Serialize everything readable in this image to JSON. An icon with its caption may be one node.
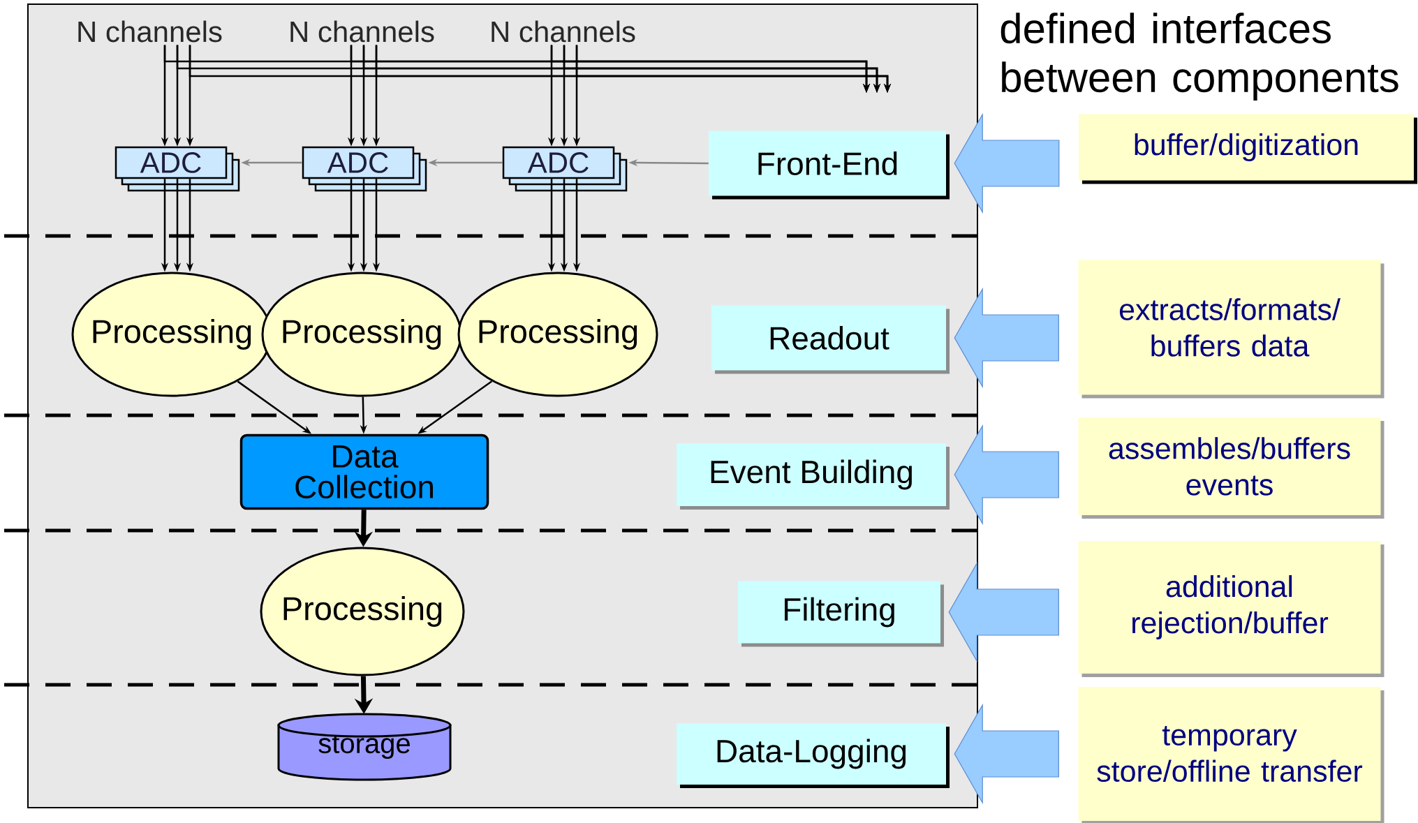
{
  "diagram": {
    "title": "defined interfaces between components",
    "nodes": [
      {
        "text": [
          "N channels"
        ]
      },
      {
        "text": [
          "N channels"
        ]
      },
      {
        "text": [
          "N channels"
        ]
      },
      {
        "text": [
          "ADC"
        ]
      },
      {
        "text": [
          "ADC"
        ]
      },
      {
        "text": [
          "ADC"
        ]
      },
      {
        "text": [
          "Front-End"
        ]
      },
      {
        "text": [
          "Processing"
        ]
      },
      {
        "text": [
          "Processing"
        ]
      },
      {
        "text": [
          "Processing"
        ]
      },
      {
        "text": [
          "Readout"
        ]
      },
      {
        "text": [
          "Data Collection"
        ]
      },
      {
        "text": [
          "Event Building"
        ]
      },
      {
        "text": [
          "Processing"
        ]
      },
      {
        "text": [
          "Filtering"
        ]
      },
      {
        "text": [
          "storage"
        ]
      },
      {
        "text": [
          "Data-Logging"
        ]
      },
      {
        "text": [
          "buffer/digitization"
        ]
      },
      {
        "text": [
          "extracts/formats/ buffers data"
        ]
      },
      {
        "text": [
          "assembles/buffers events"
        ]
      },
      {
        "text": [
          "additional rejection/buffer"
        ]
      },
      {
        "text": [
          "temporary store/offline transfer"
        ]
      }
    ],
    "edges": [
      {
        "from": 0,
        "to": 3,
        "arrow": "to"
      },
      {
        "from": 0,
        "to": 3,
        "arrow": "to"
      },
      {
        "from": 0,
        "to": 3,
        "arrow": "to"
      },
      {
        "from": 1,
        "to": 4,
        "arrow": "to"
      },
      {
        "from": 1,
        "to": 4,
        "arrow": "to"
      },
      {
        "from": 1,
        "to": 4,
        "arrow": "to"
      },
      {
        "from": 2,
        "to": 5,
        "arrow": "to"
      },
      {
        "from": 2,
        "to": 5,
        "arrow": "to"
      },
      {
        "from": 2,
        "to": 5,
        "arrow": "to"
      },
      {
        "from": 0,
        "to": null,
        "arrow": "to"
      },
      {
        "from": 0,
        "to": null,
        "arrow": "to"
      },
      {
        "from": 0,
        "to": null,
        "arrow": "to"
      },
      {
        "from": 1,
        "to": null,
        "arrow": "to"
      },
      {
        "from": 1,
        "to": null,
        "arrow": "to"
      },
      {
        "from": 1,
        "to": null,
        "arrow": "to"
      },
      {
        "from": 2,
        "to": null,
        "arrow": "to"
      },
      {
        "from": 2,
        "to": null,
        "arrow": "to"
      },
      {
        "from": 2,
        "to": null,
        "arrow": "to"
      },
      {
        "from": 6,
        "to": 5,
        "arrow": "to",
        "color": "#888888"
      },
      {
        "from": 5,
        "to": 4,
        "arrow": "to",
        "color": "#888888"
      },
      {
        "from": 4,
        "to": 3,
        "arrow": "to",
        "color": "#888888"
      },
      {
        "from": 3,
        "to": 7,
        "arrow": "to"
      },
      {
        "from": 3,
        "to": 7,
        "arrow": "to"
      },
      {
        "from": 3,
        "to": 7,
        "arrow": "to"
      },
      {
        "from": 4,
        "to": 8,
        "arrow": "to"
      },
      {
        "from": 4,
        "to": 8,
        "arrow": "to"
      },
      {
        "from": 4,
        "to": 8,
        "arrow": "to"
      },
      {
        "from": 5,
        "to": 9,
        "arrow": "to"
      },
      {
        "from": 5,
        "to": 9,
        "arrow": "to"
      },
      {
        "from": 5,
        "to": 9,
        "arrow": "to"
      },
      {
        "from": 7,
        "to": 11,
        "arrow": "to"
      },
      {
        "from": 8,
        "to": 11,
        "arrow": "to"
      },
      {
        "from": 9,
        "to": 11,
        "arrow": "to"
      },
      {
        "from": 11,
        "to": 13,
        "arrow": "to",
        "style": "thick"
      },
      {
        "from": 13,
        "to": 15,
        "arrow": "to",
        "style": "thick"
      },
      {
        "from": 17,
        "to": 6,
        "arrow": "to",
        "style": "thick",
        "color": "#99ccff"
      },
      {
        "from": 18,
        "to": 10,
        "arrow": "to",
        "style": "thick",
        "color": "#99ccff"
      },
      {
        "from": 19,
        "to": 12,
        "arrow": "to",
        "style": "thick",
        "color": "#99ccff"
      },
      {
        "from": 20,
        "to": 14,
        "arrow": "to",
        "style": "thick",
        "color": "#99ccff"
      },
      {
        "from": 21,
        "to": 16,
        "arrow": "to",
        "style": "thick",
        "color": "#99ccff"
      }
    ]
  }
}
